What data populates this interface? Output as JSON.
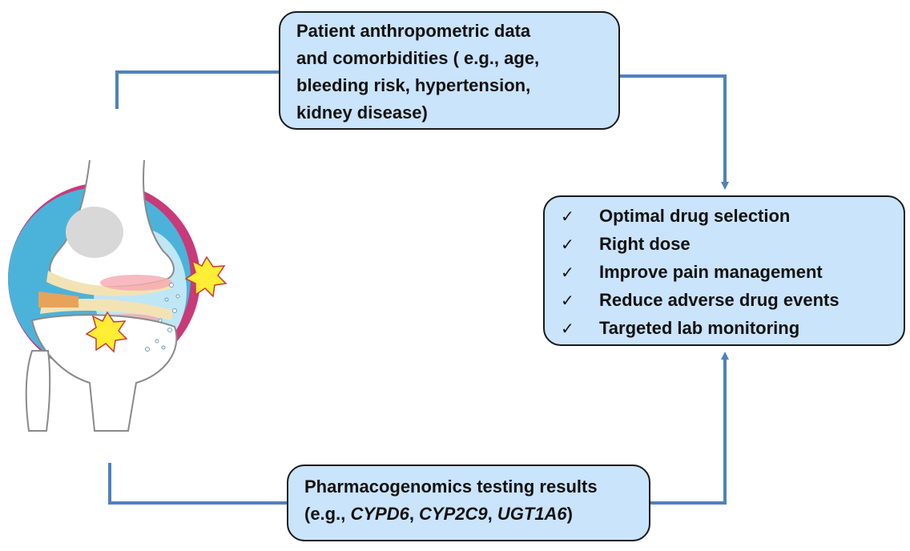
{
  "colors": {
    "box_fill": "#c9e4fb",
    "box_border": "#1a1a1a",
    "connector": "#4f81bd",
    "bone": "#ffffff",
    "joint_capsule": "#4bb3d9",
    "synovium": "#c83a7a",
    "cartilage": "#f3e3b4",
    "burst": "#ffee33"
  },
  "icons": {
    "joint": "knee-joint-illustration",
    "pain": "pain-burst-icon",
    "check": "checkmark-icon"
  },
  "top_box": {
    "lines": [
      "Patient anthropometric data",
      "and comorbidities ( e.g., age,",
      "bleeding risk, hypertension,",
      "kidney disease)"
    ]
  },
  "outcomes": {
    "check_symbol": "✓",
    "items": [
      "Optimal drug selection",
      "Right dose",
      "Improve pain management",
      "Reduce adverse drug events",
      "Targeted lab monitoring"
    ]
  },
  "bottom_box": {
    "line1": "Pharmacogenomics testing results",
    "line2_prefix": "(e.g., ",
    "genes": [
      "CYPD6",
      "CYP2C9",
      "UGT1A6"
    ],
    "separator": ", ",
    "line2_suffix": ")"
  }
}
